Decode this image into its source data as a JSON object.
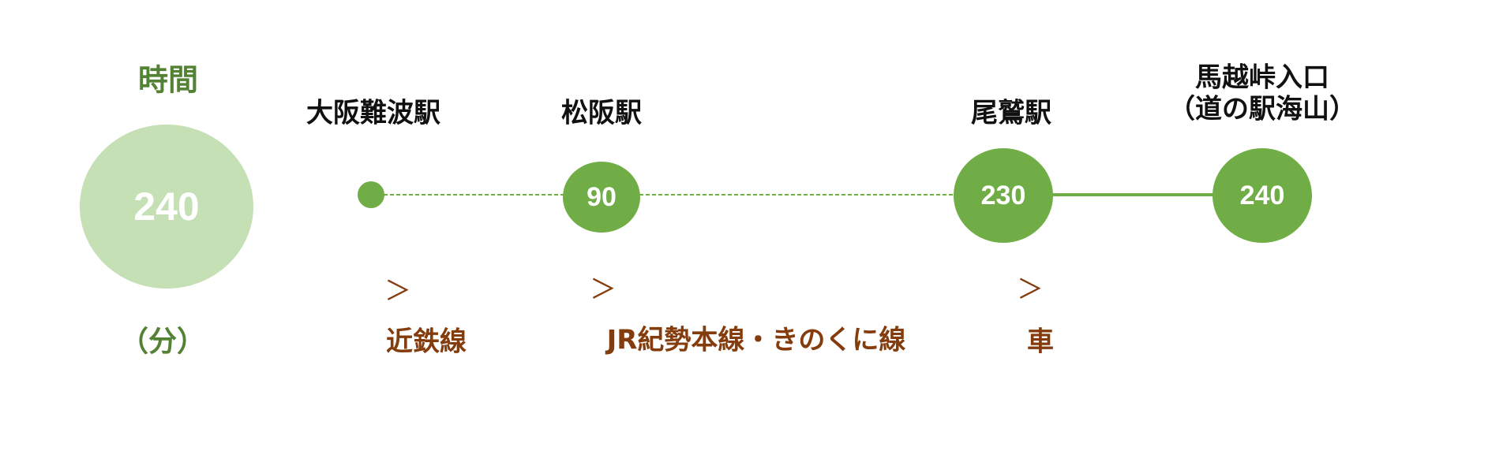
{
  "legend": {
    "title": "時間",
    "total": "240",
    "unit": "（分）"
  },
  "stations": [
    {
      "name": "大阪難波駅",
      "time": ""
    },
    {
      "name": "松阪駅",
      "time": "90"
    },
    {
      "name": "尾鷲駅",
      "time": "230"
    },
    {
      "name_line1": "馬越峠入口",
      "name_line2": "（道の駅海山）",
      "time": "240"
    }
  ],
  "routes": [
    {
      "arrow": "＞",
      "label": "近鉄線"
    },
    {
      "arrow": "＞",
      "label": "JR紀勢本線・きのくに線"
    },
    {
      "arrow": "＞",
      "label": "車"
    }
  ],
  "colors": {
    "green": "#70ad47",
    "light_green": "#c5e0b4",
    "title_green": "#548235",
    "route_brown": "#843c0c"
  }
}
